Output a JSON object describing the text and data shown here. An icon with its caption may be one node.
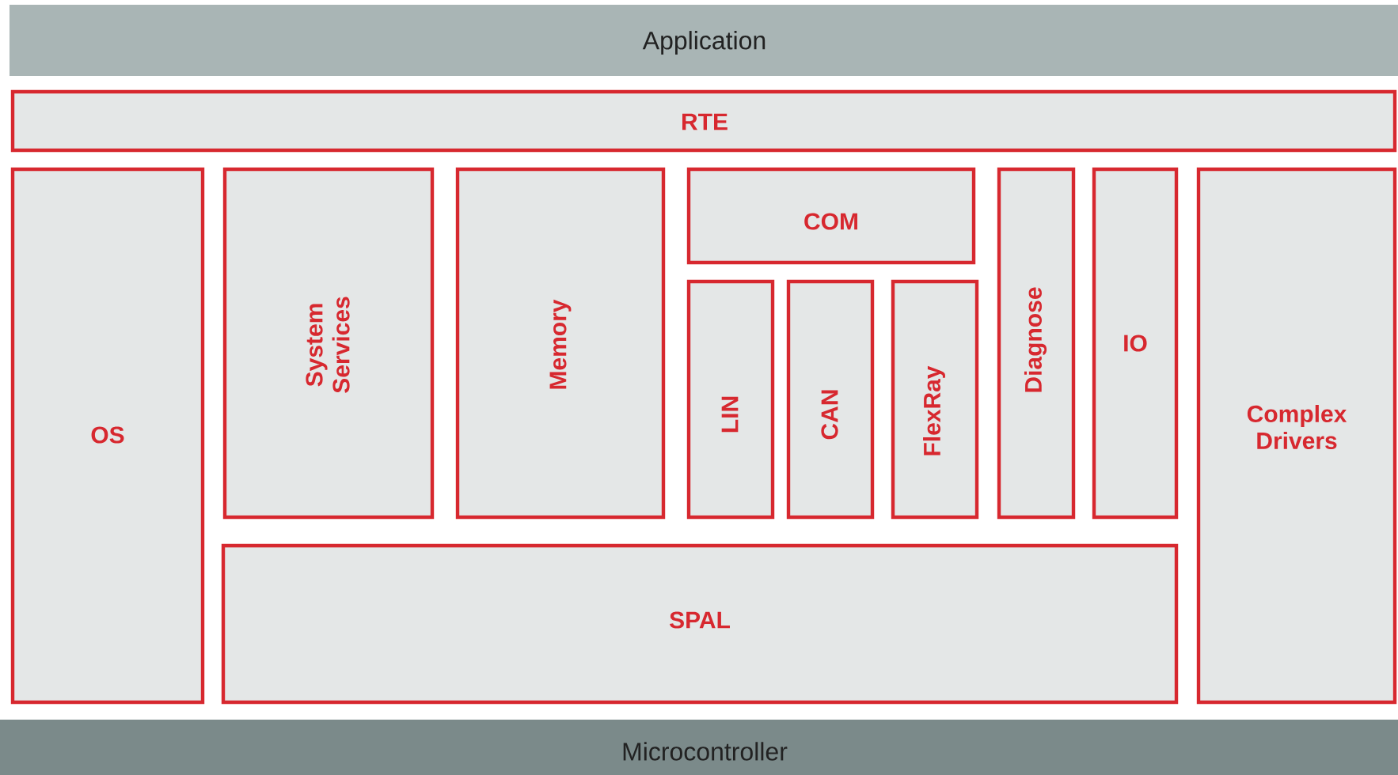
{
  "diagram": {
    "nodes": [
      {
        "text": [
          "Application"
        ]
      },
      {
        "text": [
          "RTE"
        ]
      },
      {
        "text": [
          "OS"
        ]
      },
      {
        "text": [
          "System Services"
        ]
      },
      {
        "text": [
          "Memory"
        ]
      },
      {
        "text": [
          "COM"
        ]
      },
      {
        "text": [
          "LIN"
        ]
      },
      {
        "text": [
          "CAN"
        ]
      },
      {
        "text": [
          "FlexRay"
        ]
      },
      {
        "text": [
          "Diagnose"
        ]
      },
      {
        "text": [
          "IO"
        ]
      },
      {
        "text": [
          "Complex Drivers"
        ]
      },
      {
        "text": [
          "SPAL"
        ]
      },
      {
        "text": [
          "Microcontroller"
        ]
      }
    ]
  }
}
